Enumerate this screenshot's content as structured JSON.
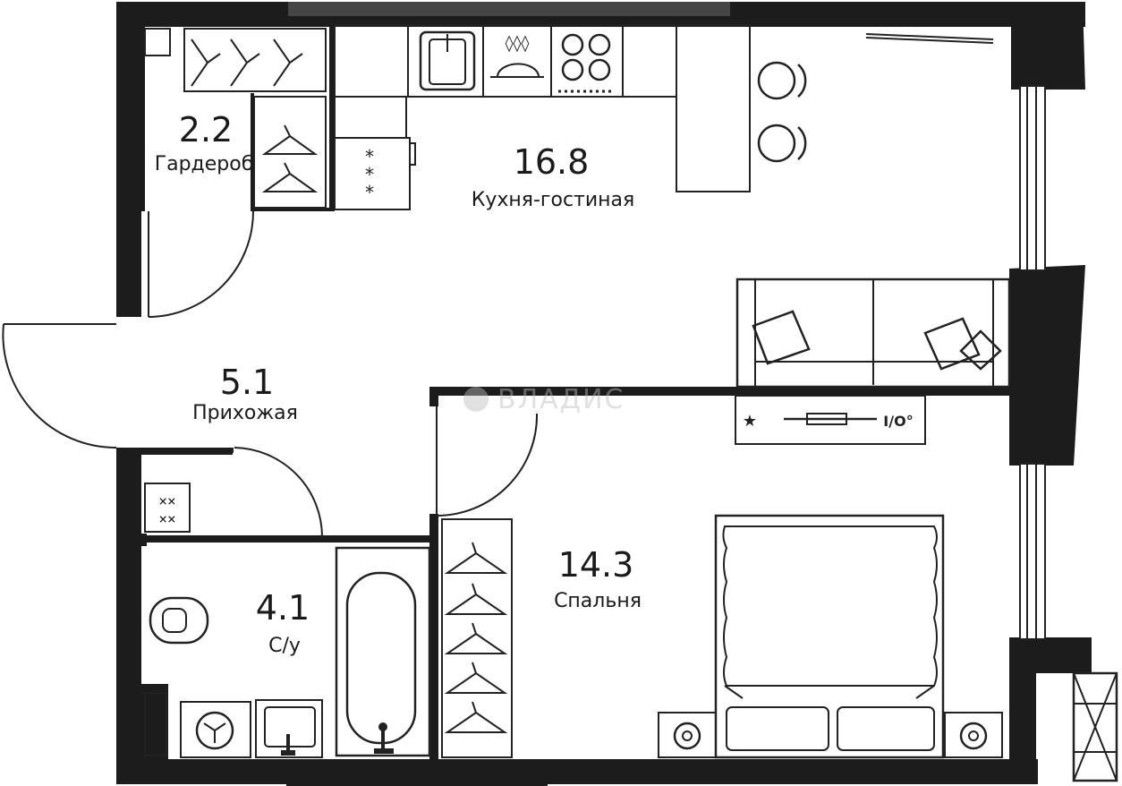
{
  "plan": {
    "rooms": [
      {
        "key": "wardrobe",
        "area": "2.2",
        "name": "Гардероб"
      },
      {
        "key": "kitchen_living",
        "area": "16.8",
        "name": "Кухня-гостиная"
      },
      {
        "key": "hallway",
        "area": "5.1",
        "name": "Прихожая"
      },
      {
        "key": "bathroom",
        "area": "4.1",
        "name": "С/у"
      },
      {
        "key": "bedroom",
        "area": "14.3",
        "name": "Спальня"
      }
    ],
    "watermark": "ВЛАДИС",
    "ac_label": "I/O°"
  },
  "colors": {
    "wall": "#1c1c1c",
    "wall_light": "#454545",
    "line": "#222222",
    "background": "#ffffff"
  }
}
